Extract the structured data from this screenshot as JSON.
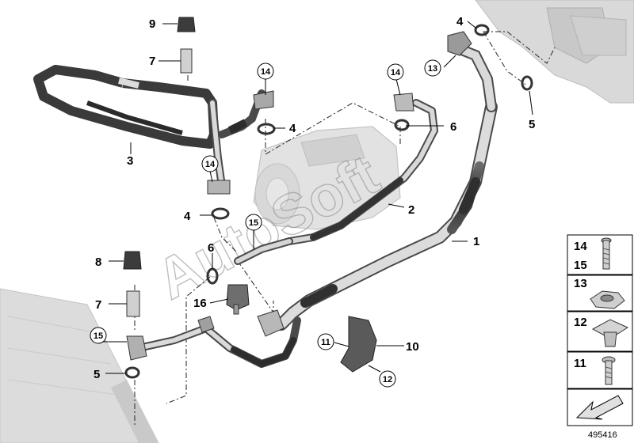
{
  "callouts": [
    {
      "id": "c1",
      "text": "1"
    },
    {
      "id": "c2",
      "text": "2"
    },
    {
      "id": "c3",
      "text": "3"
    },
    {
      "id": "c4a",
      "text": "4"
    },
    {
      "id": "c4b",
      "text": "4"
    },
    {
      "id": "c4c",
      "text": "4"
    },
    {
      "id": "c5a",
      "text": "5"
    },
    {
      "id": "c5b",
      "text": "5"
    },
    {
      "id": "c6a",
      "text": "6"
    },
    {
      "id": "c6b",
      "text": "6"
    },
    {
      "id": "c7a",
      "text": "7"
    },
    {
      "id": "c7b",
      "text": "7"
    },
    {
      "id": "c8",
      "text": "8"
    },
    {
      "id": "c9",
      "text": "9"
    },
    {
      "id": "c10",
      "text": "10"
    },
    {
      "id": "c16",
      "text": "16"
    }
  ],
  "circled_callouts": [
    {
      "id": "cc11",
      "text": "11"
    },
    {
      "id": "cc12",
      "text": "12"
    },
    {
      "id": "cc13",
      "text": "13"
    },
    {
      "id": "cc14a",
      "text": "14"
    },
    {
      "id": "cc14b",
      "text": "14"
    },
    {
      "id": "cc14c",
      "text": "14"
    },
    {
      "id": "cc15a",
      "text": "15"
    },
    {
      "id": "cc15b",
      "text": "15"
    }
  ],
  "legend": [
    {
      "labels": [
        "14",
        "15"
      ],
      "icon": "bolt-icon"
    },
    {
      "labels": [
        "13"
      ],
      "icon": "hex-nut-icon"
    },
    {
      "labels": [
        "12"
      ],
      "icon": "clip-nut-icon"
    },
    {
      "labels": [
        "11"
      ],
      "icon": "screw-icon"
    }
  ],
  "watermark": "AutoSoft",
  "diagram_number": "495416",
  "colors": {
    "hose": "#3a3a3a",
    "pipe": "#d8d8d8",
    "outline": "#4a4a4a",
    "ghost": "#d6d6d6"
  }
}
